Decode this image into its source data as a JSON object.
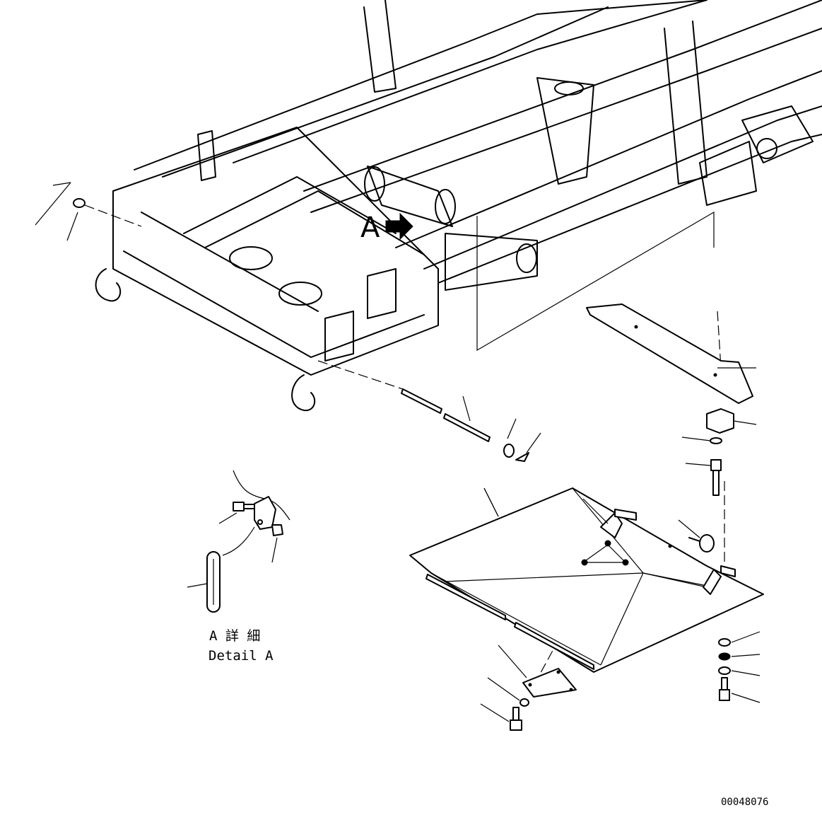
{
  "diagram": {
    "view_marker_label": "A",
    "detail_caption_jp": "A 詳 細",
    "detail_caption_en": "Detail A",
    "drawing_number": "00048076"
  }
}
